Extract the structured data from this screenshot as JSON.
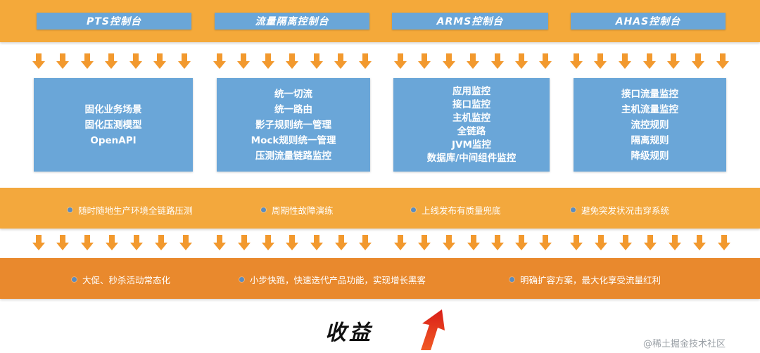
{
  "consoles": [
    {
      "label": "PTS控制台"
    },
    {
      "label": "流量隔离控制台"
    },
    {
      "label": "ARMS控制台"
    },
    {
      "label": "AHAS控制台"
    }
  ],
  "boxes": [
    {
      "lines": [
        "固化业务场景",
        "固化压测模型",
        "OpenAPI"
      ]
    },
    {
      "lines": [
        "统一切流",
        "统一路由",
        "影子规则统一管理",
        "Mock规则统一管理",
        "压测流量链路监控"
      ]
    },
    {
      "lines": [
        "应用监控",
        "接口监控",
        "主机监控",
        "全链路",
        "JVM监控",
        "数据库/中间组件监控"
      ]
    },
    {
      "lines": [
        "接口流量监控",
        "主机流量监控",
        "流控规则",
        "隔离规则",
        "降级规则"
      ]
    }
  ],
  "capabilities": [
    "随时随地生产环境全链路压测",
    "周期性故障演练",
    "上线发布有质量兜底",
    "避免突发状况击穿系统"
  ],
  "outcomes": [
    "大促、秒杀活动常态化",
    "小步快跑，快速迭代产品功能，实现增长黑客",
    "明确扩容方案，最大化享受流量红利"
  ],
  "benefit_label": "收益",
  "watermark": "@稀土掘金技术社区",
  "colors": {
    "band_orange": "#f4a93a",
    "band_dark_orange": "#e9892d",
    "box_blue": "#6aa6d8",
    "arrow_orange": "#f2992e",
    "benefit_arrow_red": "#e8321e"
  }
}
